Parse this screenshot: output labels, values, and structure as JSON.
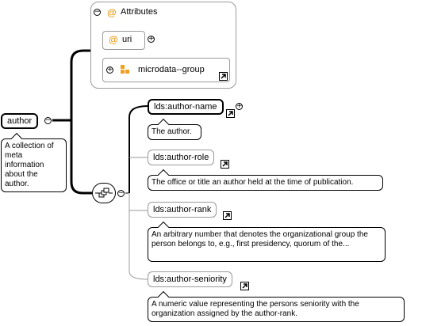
{
  "root": {
    "name": "author",
    "doc": "A collection of meta information about the author."
  },
  "attributes": {
    "header": "Attributes",
    "attr_symbol": "@",
    "items": [
      {
        "name": "uri"
      },
      {
        "name": "microdata--group"
      }
    ]
  },
  "sequence": {
    "elements": [
      {
        "name": "lds:author-name",
        "doc": "The author."
      },
      {
        "name": "lds:author-role",
        "doc": "The office or title an author held at the time of publication."
      },
      {
        "name": "lds:author-rank",
        "doc": "An arbitrary number that denotes the organizational group the person belongs to, e.g., first presidency, quorum of the..."
      },
      {
        "name": "lds:author-seniority",
        "doc": "A numeric value representing the persons seniority with the organization assigned by the author-rank."
      }
    ]
  },
  "icons": {
    "collapse": "collapse-icon",
    "expand": "expand-icon",
    "link": "reference-link-icon",
    "sequence": "sequence-compositor-icon",
    "group": "attribute-group-icon",
    "attribute": "attribute-icon"
  },
  "colors": {
    "attribute_accent": "#e69c1a",
    "group_accent": "#f0a020",
    "border_optional": "#9a9a9a",
    "border_required": "#000000"
  }
}
